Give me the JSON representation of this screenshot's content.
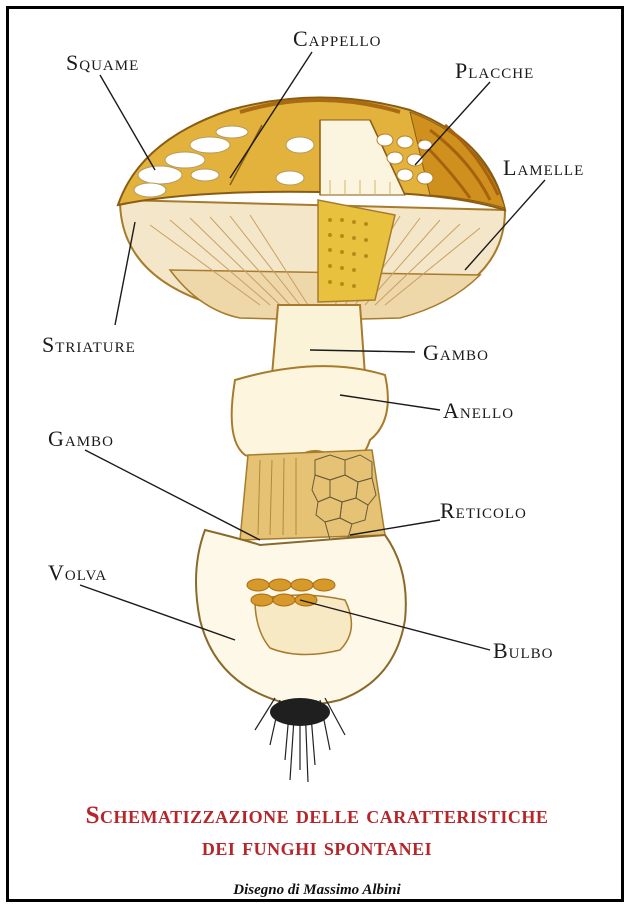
{
  "labels": {
    "squame": "Squame",
    "cappello": "Cappello",
    "placche": "Placche",
    "lamelle": "Lamelle",
    "striature": "Striature",
    "gambo_top": "Gambo",
    "anello": "Anello",
    "gambo_left": "Gambo",
    "reticolo": "Reticolo",
    "volva": "Volva",
    "bulbo": "Bulbo"
  },
  "title_line1": "Schematizzazione delle caratteristiche",
  "title_line2": "dei funghi spontanei",
  "credit": "Disegno di Massimo Albini",
  "colors": {
    "title": "#b5252a",
    "cap_yellow": "#e3b23c",
    "cap_orange": "#c98a1c",
    "gill": "#f4e6c8",
    "stem": "#fbf3d8",
    "volva": "#fdf8e8"
  }
}
